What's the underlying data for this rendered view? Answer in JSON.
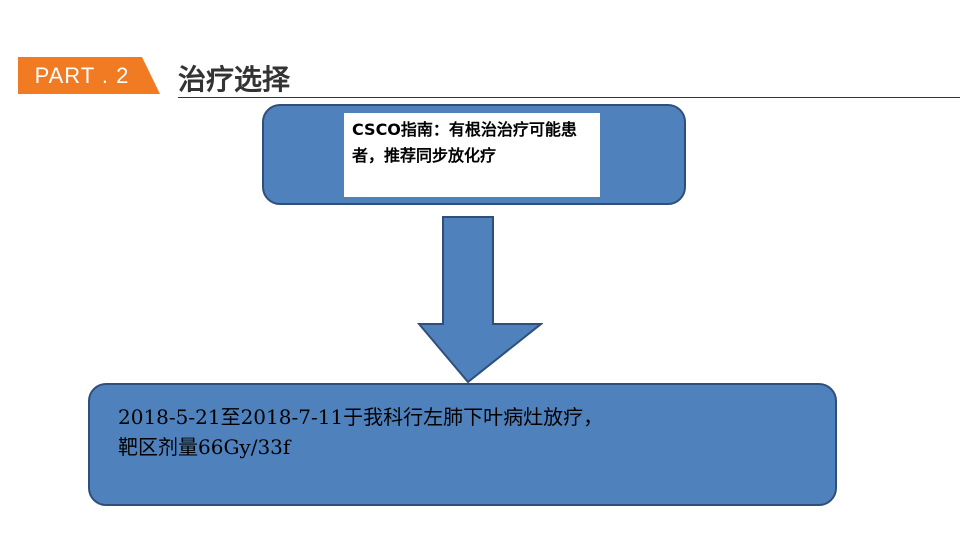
{
  "header": {
    "part_label": "PART . 2",
    "section_title": "治疗选择"
  },
  "flow": {
    "top_box_text": "CSCO指南：有根治治疗可能患者，推荐同步放化疗",
    "bottom_box_line1": "2018-5-21至2018-7-11于我科行左肺下叶病灶放疗，",
    "bottom_box_line2": "靶区剂量66Gy/33f"
  },
  "colors": {
    "accent_orange": "#f07b22",
    "box_blue": "#4f81bd",
    "box_border": "#2f4f7a"
  }
}
